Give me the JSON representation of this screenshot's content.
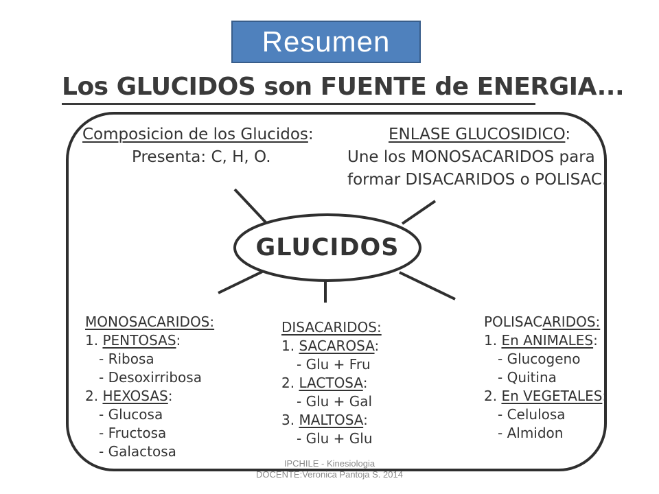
{
  "title": "Resumen",
  "heading": "Los GLUCIDOS son FUENTE de ENERGIA...",
  "composicion": {
    "label": "Composicion de los Glucidos",
    "colon": ":",
    "text": "Presenta: C, H, O."
  },
  "enlace": {
    "label": "ENLASE GLUCOSIDICO",
    "colon": ":",
    "line1": "Une los MONOSACARIDOS para",
    "line2": "formar DISACARIDOS o POLISAC."
  },
  "center": "GLUCIDOS",
  "mono": {
    "title": "MONOSACARIDOS:",
    "n1": "1. ",
    "group1": "PENTOSAS",
    "group1_colon": ":",
    "group1_items": [
      "- Ribosa",
      "- Desoxirribosa"
    ],
    "n2": "2. ",
    "group2": "HEXOSAS",
    "group2_colon": ":",
    "group2_items": [
      "- Glucosa",
      "- Fructosa",
      "- Galactosa"
    ]
  },
  "di": {
    "title": "DISACARIDOS:",
    "n1": "1. ",
    "item1": "SACAROSA",
    "item1_colon": ":",
    "item1_detail": "- Glu + Fru",
    "n2": "2. ",
    "item2": "LACTOSA",
    "item2_colon": ":",
    "item2_detail": "- Glu + Gal",
    "n3": "3. ",
    "item3": "MALTOSA",
    "item3_colon": ":",
    "item3_detail": "- Glu + Glu"
  },
  "poli": {
    "title_a": "POLISAC",
    "title_b": "ARIDOS:",
    "n1": "1. ",
    "group1": "En ANIMALES",
    "group1_colon": ":",
    "group1_items": [
      "- Glucogeno",
      "- Quitina"
    ],
    "n2": "2. ",
    "group2": "En VEGETALES",
    "group2_colon": ":",
    "group2_items": [
      "- Celulosa",
      "- Almidon"
    ]
  },
  "footer": {
    "line1": "IPCHILE  - Kinesiologia",
    "line2": "DOCENTE:Veronica Pantoja S. 2014"
  },
  "colors": {
    "title_bg": "#4f81bd",
    "title_border": "#385d8a",
    "ink": "#333333"
  }
}
